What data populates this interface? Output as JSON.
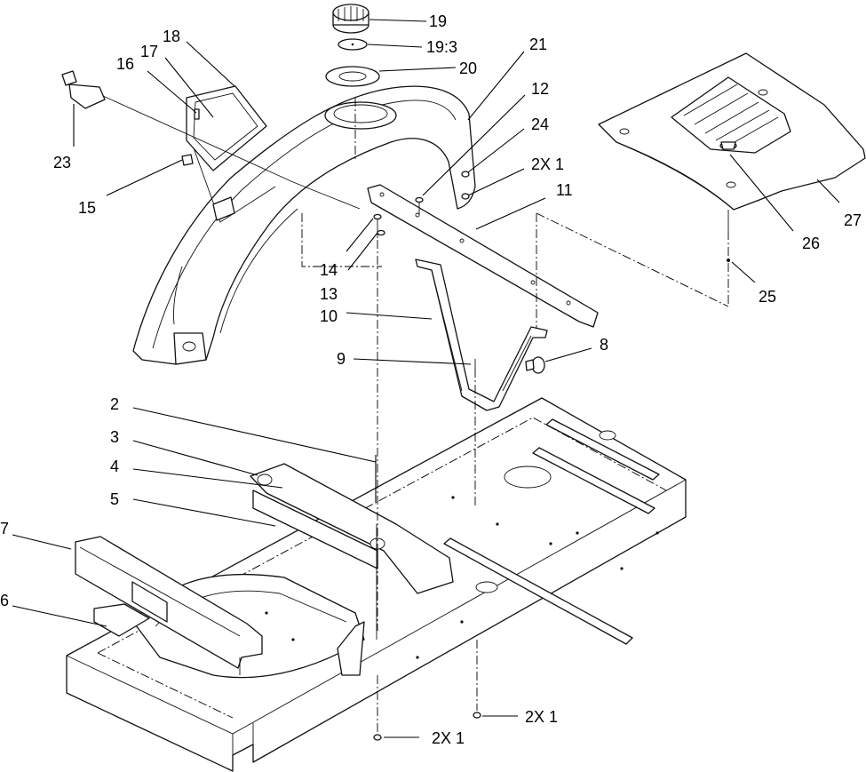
{
  "diagram": {
    "callouts": [
      {
        "id": "c19",
        "text": "19"
      },
      {
        "id": "c19-3",
        "text": "19:3"
      },
      {
        "id": "c20",
        "text": "20"
      },
      {
        "id": "c21",
        "text": "21"
      },
      {
        "id": "c12",
        "text": "12"
      },
      {
        "id": "c24",
        "text": "24"
      },
      {
        "id": "c2x1-top",
        "text": "2X 1"
      },
      {
        "id": "c11",
        "text": "11"
      },
      {
        "id": "c18",
        "text": "18"
      },
      {
        "id": "c17",
        "text": "17"
      },
      {
        "id": "c16",
        "text": "16"
      },
      {
        "id": "c23",
        "text": "23"
      },
      {
        "id": "c15",
        "text": "15"
      },
      {
        "id": "c14",
        "text": "14"
      },
      {
        "id": "c13",
        "text": "13"
      },
      {
        "id": "c10",
        "text": "10"
      },
      {
        "id": "c9",
        "text": "9"
      },
      {
        "id": "c8",
        "text": "8"
      },
      {
        "id": "c27",
        "text": "27"
      },
      {
        "id": "c26",
        "text": "26"
      },
      {
        "id": "c25",
        "text": "25"
      },
      {
        "id": "c2",
        "text": "2"
      },
      {
        "id": "c3",
        "text": "3"
      },
      {
        "id": "c4",
        "text": "4"
      },
      {
        "id": "c5",
        "text": "5"
      },
      {
        "id": "c7",
        "text": "7"
      },
      {
        "id": "c6",
        "text": "6"
      },
      {
        "id": "c2x1-right",
        "text": "2X 1"
      },
      {
        "id": "c2x1-bottom",
        "text": "2X 1"
      }
    ]
  }
}
